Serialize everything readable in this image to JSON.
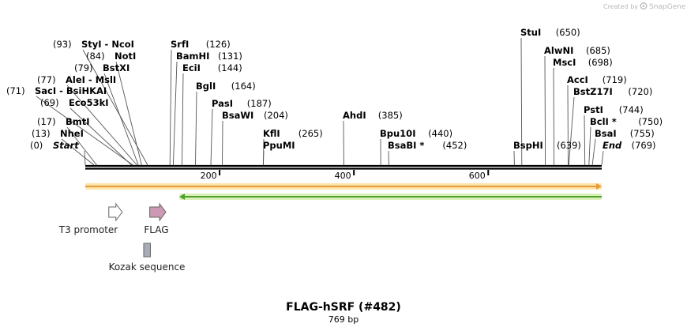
{
  "credit": {
    "created_by": "Created by",
    "brand": "SnapGene"
  },
  "sequence": {
    "name": "FLAG-hSRF (#482)",
    "length_label": "769 bp",
    "length": 769
  },
  "ruler_ticks": [
    {
      "label": "200",
      "value": 200
    },
    {
      "label": "400",
      "value": 400
    },
    {
      "label": "600",
      "value": 600
    }
  ],
  "sites": [
    {
      "name": "Start",
      "pos": "(0)",
      "p": 0,
      "italic": true
    },
    {
      "name": "NheI",
      "pos": "(13)",
      "p": 13
    },
    {
      "name": "BmtI",
      "pos": "(17)",
      "p": 17
    },
    {
      "name": "Eco53kI",
      "pos": "(69)",
      "p": 69
    },
    {
      "name": "SacI - BsiHKAI",
      "pos": "(71)",
      "p": 71
    },
    {
      "name": "AleI - MslI",
      "pos": "(77)",
      "p": 77
    },
    {
      "name": "BstXI",
      "pos": "(79)",
      "p": 79
    },
    {
      "name": "NotI",
      "pos": "(84)",
      "p": 84
    },
    {
      "name": "StyI - NcoI",
      "pos": "(93)",
      "p": 93
    },
    {
      "name": "SrfI",
      "pos": "(126)",
      "p": 126
    },
    {
      "name": "BamHI",
      "pos": "(131)",
      "p": 131
    },
    {
      "name": "EciI",
      "pos": "(144)",
      "p": 144
    },
    {
      "name": "BglI",
      "pos": "(164)",
      "p": 164
    },
    {
      "name": "PasI",
      "pos": "(187)",
      "p": 187
    },
    {
      "name": "BsaWI",
      "pos": "(204)",
      "p": 204
    },
    {
      "name": "KflI",
      "pos": "(265)",
      "p": 265
    },
    {
      "name": "PpuMI",
      "pos": "",
      "p": 265
    },
    {
      "name": "AhdI",
      "pos": "(385)",
      "p": 385
    },
    {
      "name": "Bpu10I",
      "pos": "(440)",
      "p": 440
    },
    {
      "name": "BsaBI *",
      "pos": "(452)",
      "p": 452
    },
    {
      "name": "BspHI",
      "pos": "(639)",
      "p": 639
    },
    {
      "name": "StuI",
      "pos": "(650)",
      "p": 650
    },
    {
      "name": "AlwNI",
      "pos": "(685)",
      "p": 685
    },
    {
      "name": "MscI",
      "pos": "(698)",
      "p": 698
    },
    {
      "name": "AccI",
      "pos": "(719)",
      "p": 719
    },
    {
      "name": "BstZ17I",
      "pos": "(720)",
      "p": 720
    },
    {
      "name": "PstI",
      "pos": "(744)",
      "p": 744
    },
    {
      "name": "BclI *",
      "pos": "(750)",
      "p": 750
    },
    {
      "name": "BsaI",
      "pos": "(755)",
      "p": 755
    },
    {
      "name": "End",
      "pos": "(769)",
      "p": 769,
      "italic": true
    }
  ],
  "orfs": [
    {
      "start": 0,
      "end": 769,
      "direction": "forward",
      "color": "#e39b3c",
      "fill": "#fde3a7"
    },
    {
      "start": 140,
      "end": 769,
      "direction": "reverse",
      "color": "#4da02a",
      "fill": "#d8f0b8"
    }
  ],
  "features": [
    {
      "label": "T3 promoter",
      "start": 35,
      "end": 55,
      "shape": "arrow",
      "color": "#ffffff"
    },
    {
      "label": "FLAG",
      "start": 96,
      "end": 120,
      "shape": "arrow",
      "color": "#cc99b3"
    },
    {
      "label": "Kozak sequence",
      "start": 87,
      "end": 97,
      "shape": "box",
      "color": "#a7acb7"
    }
  ]
}
